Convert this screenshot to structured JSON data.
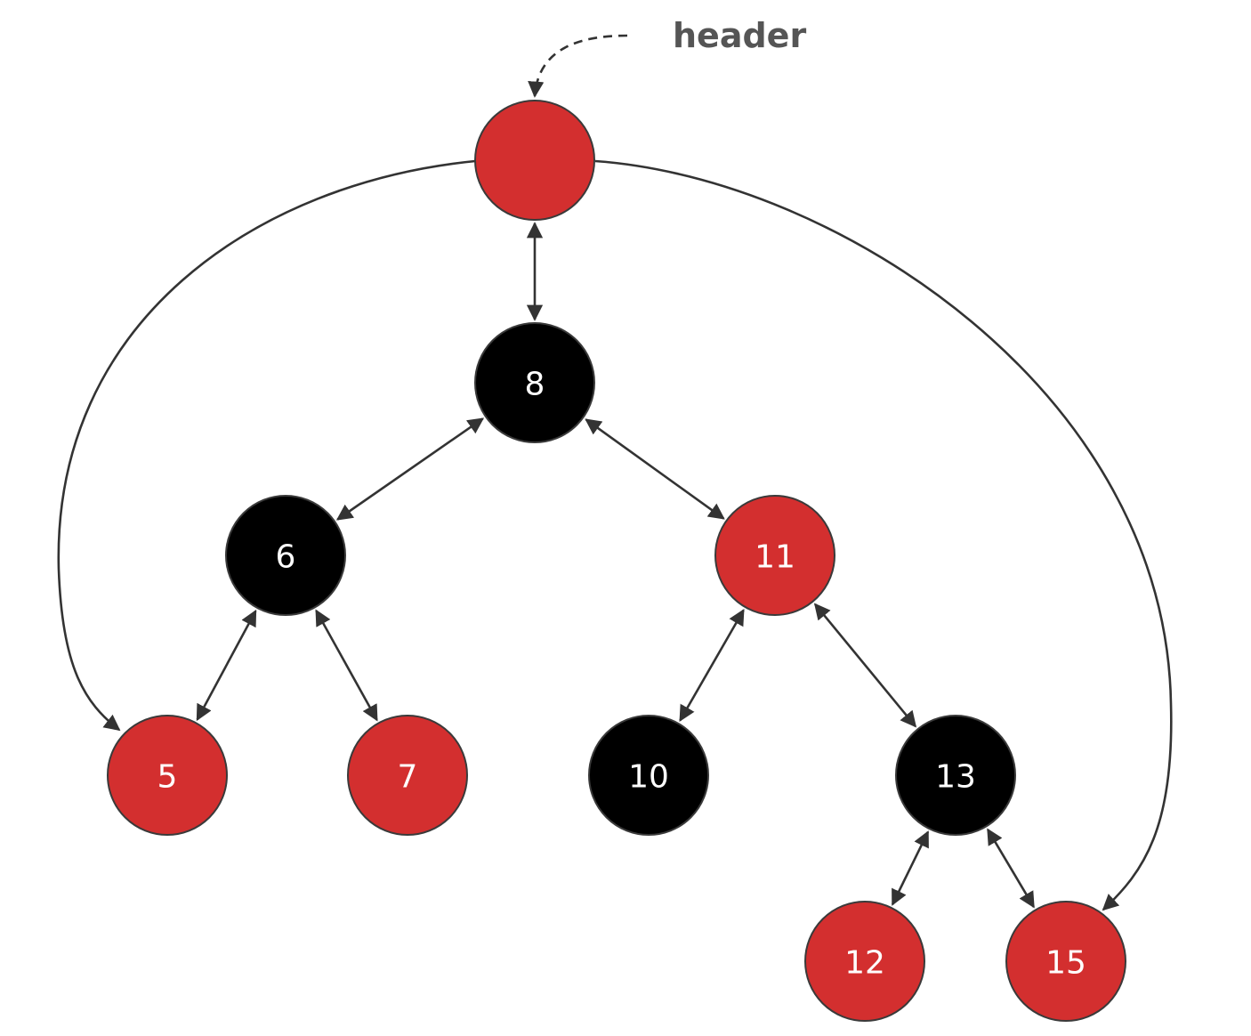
{
  "header_label": "header",
  "colors": {
    "red": "#d32f2f",
    "black": "#000000",
    "edge": "#333333"
  },
  "nodes": [
    {
      "id": "header",
      "label": "",
      "color": "red"
    },
    {
      "id": "n8",
      "label": "8",
      "color": "black"
    },
    {
      "id": "n6",
      "label": "6",
      "color": "black"
    },
    {
      "id": "n11",
      "label": "11",
      "color": "red"
    },
    {
      "id": "n5",
      "label": "5",
      "color": "red"
    },
    {
      "id": "n7",
      "label": "7",
      "color": "red"
    },
    {
      "id": "n10",
      "label": "10",
      "color": "black"
    },
    {
      "id": "n13",
      "label": "13",
      "color": "black"
    },
    {
      "id": "n12",
      "label": "12",
      "color": "red"
    },
    {
      "id": "n15",
      "label": "15",
      "color": "red"
    }
  ],
  "edges": [
    {
      "from": "header",
      "to": "n8",
      "type": "bidirectional"
    },
    {
      "from": "n8",
      "to": "n6",
      "type": "bidirectional"
    },
    {
      "from": "n8",
      "to": "n11",
      "type": "bidirectional"
    },
    {
      "from": "n6",
      "to": "n5",
      "type": "bidirectional"
    },
    {
      "from": "n6",
      "to": "n7",
      "type": "bidirectional"
    },
    {
      "from": "n11",
      "to": "n10",
      "type": "bidirectional"
    },
    {
      "from": "n11",
      "to": "n13",
      "type": "bidirectional"
    },
    {
      "from": "n13",
      "to": "n12",
      "type": "bidirectional"
    },
    {
      "from": "n13",
      "to": "n15",
      "type": "bidirectional"
    },
    {
      "from": "header",
      "to": "n5",
      "type": "curved-pointer"
    },
    {
      "from": "header",
      "to": "n15",
      "type": "curved-pointer"
    }
  ]
}
